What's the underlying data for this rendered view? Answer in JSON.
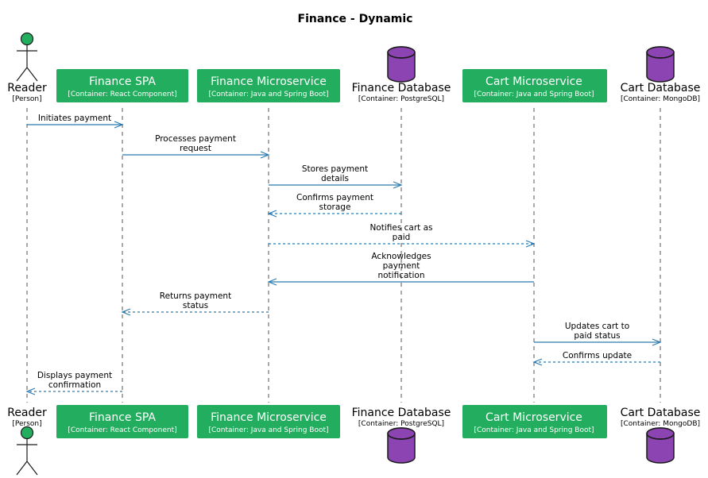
{
  "diagram": {
    "title": "Finance - Dynamic",
    "colors": {
      "container": "#23ad5e",
      "person": "#23ad5e",
      "database": "#8c44b3",
      "arrow": "#2a7ab0"
    },
    "participants": [
      {
        "id": "reader",
        "kind": "person",
        "name": "Reader",
        "type": "[Person]"
      },
      {
        "id": "spa",
        "kind": "container",
        "name": "Finance SPA",
        "type": "[Container: React Component]"
      },
      {
        "id": "fms",
        "kind": "container",
        "name": "Finance Microservice",
        "type": "[Container: Java and Spring Boot]"
      },
      {
        "id": "fdb",
        "kind": "database",
        "name": "Finance Database",
        "type": "[Container: PostgreSQL]"
      },
      {
        "id": "cms",
        "kind": "container",
        "name": "Cart Microservice",
        "type": "[Container: Java and Spring Boot]"
      },
      {
        "id": "cdb",
        "kind": "database",
        "name": "Cart Database",
        "type": "[Container: MongoDB]"
      }
    ],
    "messages": [
      {
        "from": "reader",
        "to": "spa",
        "style": "solid",
        "label": [
          "Initiates payment"
        ]
      },
      {
        "from": "spa",
        "to": "fms",
        "style": "solid",
        "label": [
          "Processes payment",
          "request"
        ]
      },
      {
        "from": "fms",
        "to": "fdb",
        "style": "solid",
        "label": [
          "Stores payment",
          "details"
        ]
      },
      {
        "from": "fdb",
        "to": "fms",
        "style": "dashed",
        "label": [
          "Confirms payment",
          "storage"
        ]
      },
      {
        "from": "fms",
        "to": "cms",
        "style": "dashed",
        "label": [
          "Notifies cart as",
          "paid"
        ]
      },
      {
        "from": "cms",
        "to": "fms",
        "style": "solid",
        "label": [
          "Acknowledges",
          "payment",
          "notification"
        ]
      },
      {
        "from": "fms",
        "to": "spa",
        "style": "dashed",
        "label": [
          "Returns payment",
          "status"
        ]
      },
      {
        "from": "cms",
        "to": "cdb",
        "style": "solid",
        "label": [
          "Updates cart to",
          "paid status"
        ]
      },
      {
        "from": "cdb",
        "to": "cms",
        "style": "dashed",
        "label": [
          "Confirms update"
        ]
      },
      {
        "from": "spa",
        "to": "reader",
        "style": "dashed",
        "label": [
          "Displays payment",
          "confirmation"
        ]
      }
    ]
  }
}
